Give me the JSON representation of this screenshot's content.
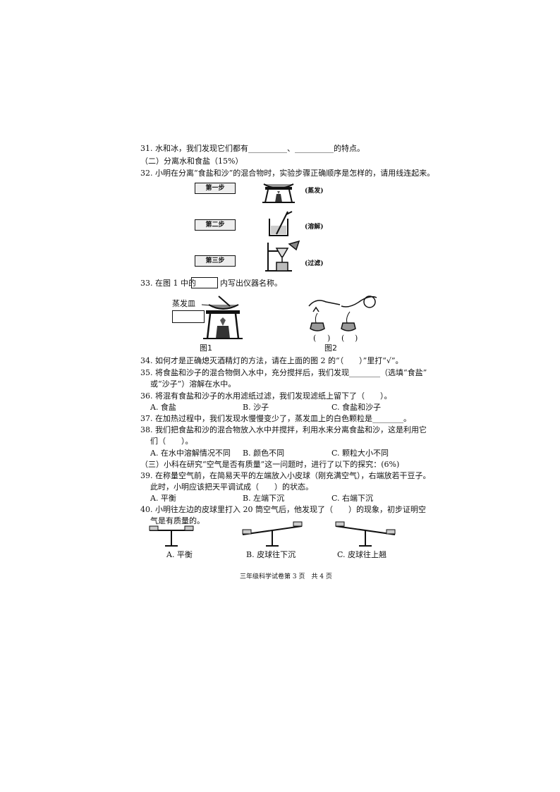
{
  "q31": {
    "text": "31. 水和冰，我们发现它们都有__________、__________的特点。"
  },
  "section2": "（二）分离水和食盐（15%）",
  "q32": {
    "text": "32. 小明在分离“食盐和沙”的混合物时，实验步骤正确顺序是怎样的，请用线连起来。",
    "steps": [
      "第一步",
      "第二步",
      "第三步"
    ],
    "labels": [
      "(蒸发)",
      "(溶解)",
      "(过滤)"
    ]
  },
  "q33": {
    "prefix": "33. 在图 1 中的",
    "suffix": "内写出仪器名称。",
    "fig1_label": "蒸发皿",
    "fig1_caption": "图1",
    "fig2_caption": "图2",
    "fig2_marks": [
      "(",
      ")",
      "(",
      ")"
    ]
  },
  "q34": {
    "text": "34. 如何才是正确熄灭酒精灯的方法，请在上面的图 2 的“（　　）”里打“√”。"
  },
  "q35": {
    "line1": "35. 将食盐和沙子的混合物倒入水中，充分搅拌后，我们发现________（选填“食盐”",
    "line2": "或“沙子”）溶解在水中。"
  },
  "q36": {
    "text": "36. 将混有食盐和沙子的水用滤纸过滤，我们发现滤纸上留下了（　　）。",
    "options": [
      "A. 食盐",
      "B. 沙子",
      "C. 食盐和沙子"
    ]
  },
  "q37": {
    "text": "37. 在加热过程中，我们发现水慢慢变少了，蒸发皿上的白色颗粒是________。"
  },
  "q38": {
    "line1": "38. 我们把食盐和沙的混合物放入水中并搅拌，利用水来分离食盐和沙，这是利用它",
    "line2": "们（　　）。",
    "options": [
      "A. 在水中溶解情况不同",
      "B. 颜色不同",
      "C. 颗粒大小不同"
    ]
  },
  "section3": "（三）小科在研究“空气是否有质量”这一问题时，进行了以下的探究：(6%)",
  "q39": {
    "line1": "39. 在称量空气前，在简易天平的左端放入小皮球（刚充满空气），右端放若干豆子。",
    "line2": "此时，小明应该把天平调试成（　　）的状态。",
    "options": [
      "A. 平衡",
      "B. 左端下沉",
      "C. 右端下沉"
    ]
  },
  "q40": {
    "line1": "40. 小明往左边的皮球里打入 20 筒空气后，他发现了（　　）的现象，初步证明空",
    "line2": "气是有质量的。",
    "options": [
      "A. 平衡",
      "B. 皮球往下沉",
      "C. 皮球往上翘"
    ]
  },
  "footer": "三年级科学试卷第 3 页　共 4 页"
}
